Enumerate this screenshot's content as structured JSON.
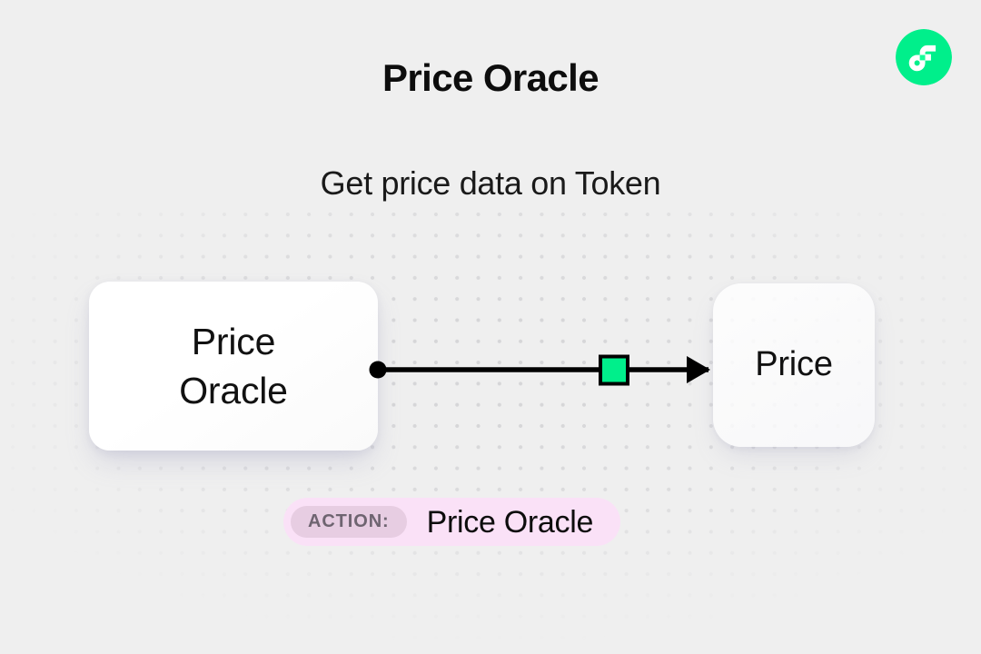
{
  "brand": {
    "logo_icon": "flow-logo-icon",
    "logo_color": "#00ef8b",
    "logo_mark_color": "#ffffff",
    "logo_accent_color": "#16ff99"
  },
  "header": {
    "title": "Price Oracle",
    "subtitle": "Get price data on Token"
  },
  "canvas": {
    "background_color": "#efefef",
    "dot_color": "#d6d6d8"
  },
  "diagram": {
    "nodes": [
      {
        "id": "source",
        "label": "Price\nOracle",
        "label_line_1": "Price",
        "label_line_2": "Oracle",
        "name": "node-price-oracle"
      },
      {
        "id": "target",
        "label": "Price",
        "name": "node-price"
      }
    ],
    "connector": {
      "name": "edge-price-oracle-to-price",
      "start_handle": "dot",
      "end_handle": "arrow",
      "marker_color": "#00ef8b",
      "marker_shape": "square",
      "line_color": "#000000"
    }
  },
  "action_badge": {
    "chip_label": "ACTION:",
    "value": "Price Oracle",
    "pill_color": "#fae1f7",
    "chip_color": "#e7cde2",
    "chip_text_color": "#6e6470"
  }
}
